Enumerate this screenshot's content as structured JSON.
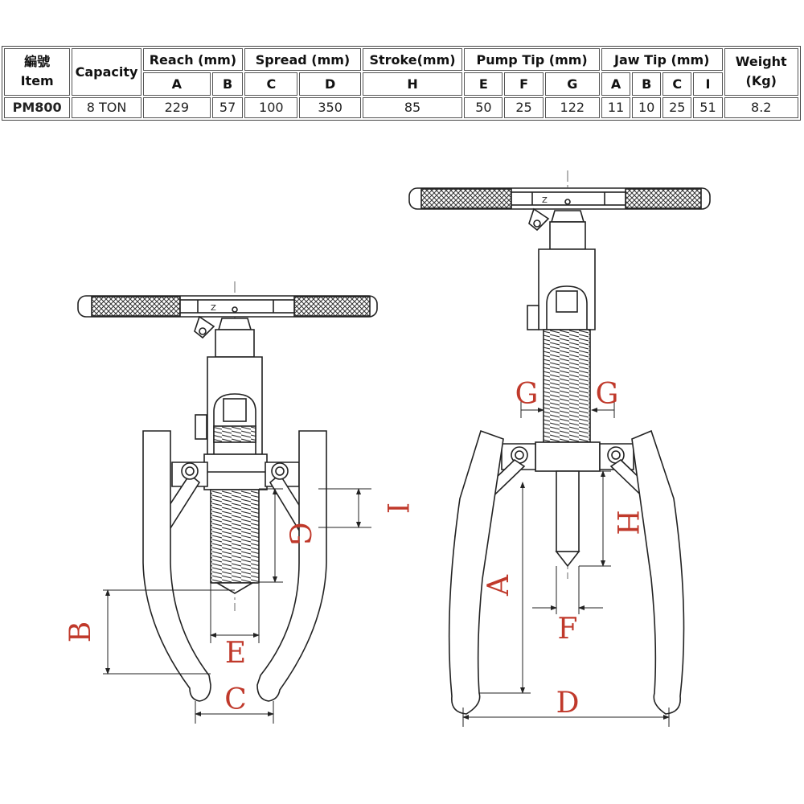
{
  "table": {
    "item_header_zh": "編號",
    "item_header_en": "Item",
    "capacity_header": "Capacity",
    "groups": [
      {
        "label": "Reach (mm)",
        "cols": [
          "A",
          "B"
        ]
      },
      {
        "label": "Spread (mm)",
        "cols": [
          "C",
          "D"
        ]
      },
      {
        "label": "Stroke(mm)",
        "cols": [
          "H"
        ]
      },
      {
        "label": "Pump Tip (mm)",
        "cols": [
          "E",
          "F",
          "G"
        ]
      },
      {
        "label": "Jaw Tip (mm)",
        "cols": [
          "A",
          "B",
          "C",
          "I"
        ]
      }
    ],
    "weight_header": "Weight",
    "weight_unit": "(Kg)",
    "row": {
      "item": "PM800",
      "capacity": "8 TON",
      "values": [
        "229",
        "57",
        "100",
        "350",
        "85",
        "50",
        "25",
        "122",
        "11",
        "10",
        "25",
        "51"
      ],
      "weight": "8.2"
    }
  },
  "drawing": {
    "dimension_color": "#c0392b",
    "left_view_labels": {
      "I": "I",
      "G": "G",
      "B": "B",
      "E": "E",
      "C": "C"
    },
    "right_view_labels": {
      "G_left": "G",
      "G_right": "G",
      "H": "H",
      "A": "A",
      "F": "F",
      "D": "D"
    },
    "handle_mark": "Z"
  }
}
